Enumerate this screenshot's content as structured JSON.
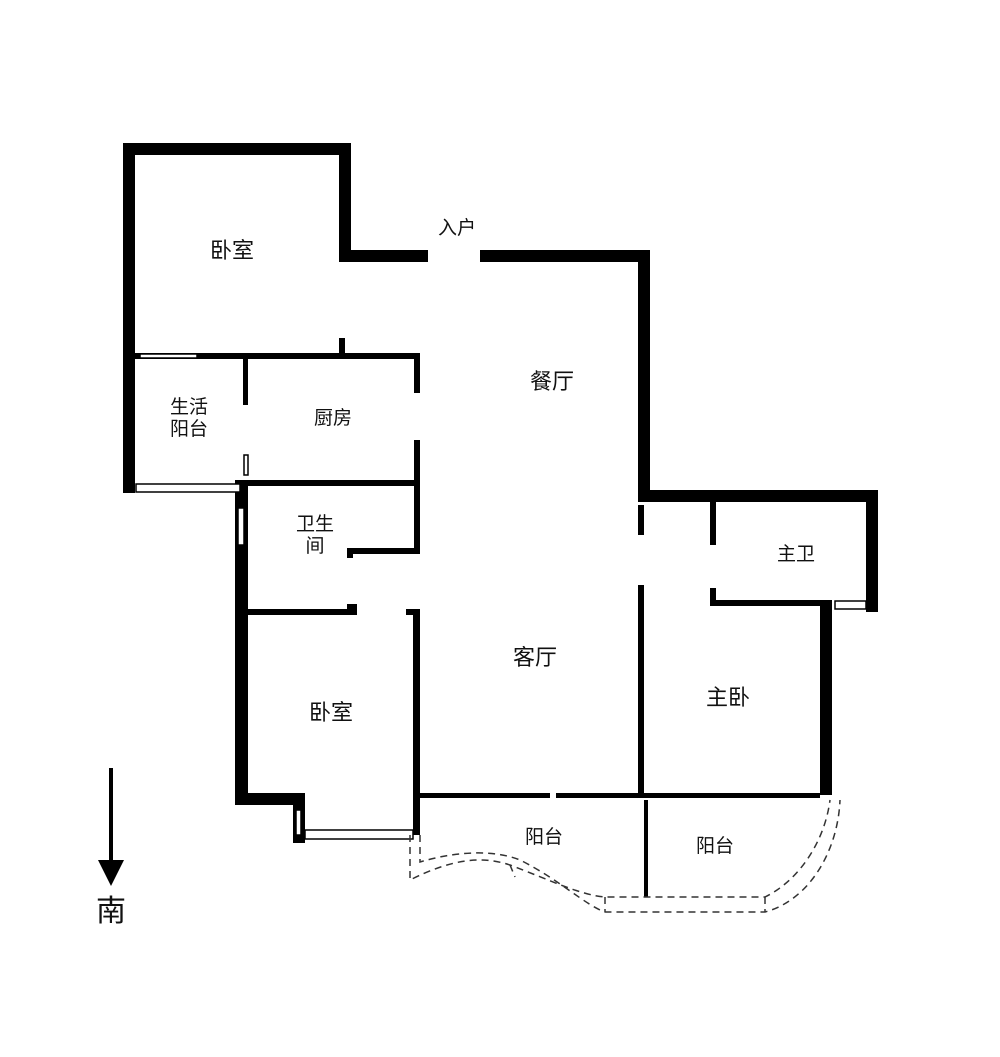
{
  "rooms": {
    "bedroom_north": "卧室",
    "entrance": "入户",
    "dining": "餐厅",
    "utility_balcony": "生活\n阳台",
    "kitchen": "厨房",
    "bathroom": "卫生\n间",
    "master_bath": "主卫",
    "living": "客厅",
    "bedroom_south": "卧室",
    "master_bedroom": "主卧",
    "balcony_left": "阳台",
    "balcony_right": "阳台"
  },
  "compass": {
    "label": "南"
  }
}
